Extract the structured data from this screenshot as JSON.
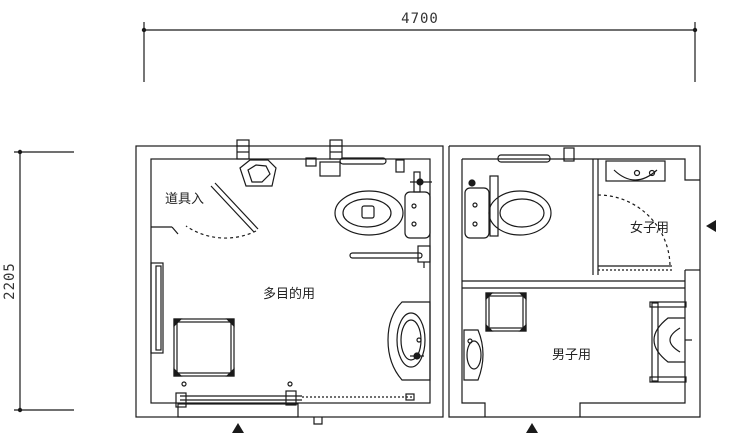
{
  "dimensions": {
    "width_label": "4700",
    "height_label": "2205"
  },
  "rooms": {
    "multipurpose": "多目的用",
    "storage": "道具入",
    "womens": "女子用",
    "mens": "男子用"
  },
  "colors": {
    "line": "#1a1a1a",
    "background": "#ffffff"
  },
  "icons": {
    "entrance_marker": "triangle-up",
    "side_entrance_marker": "triangle-left"
  }
}
